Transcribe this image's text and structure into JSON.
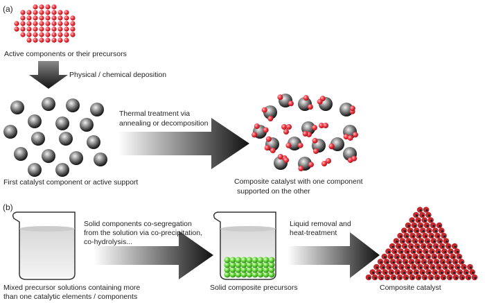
{
  "panel_a": {
    "label": "(a)",
    "precursors_caption": "Active components or their precursors",
    "deposition_label": "Physical / chemical deposition",
    "support_caption": "First catalyst component or active support",
    "thermal_label_1": "Thermal treatment via",
    "thermal_label_2": "annealing or decomposition",
    "composite_caption_1": "Composite catalyst with one component",
    "composite_caption_2": "supported on the other"
  },
  "panel_b": {
    "label": "(b)",
    "mixed_caption_1": "Mixed precursor solutions containing more",
    "mixed_caption_2": "than one catalytic elements / components",
    "coseg_label_1": "Solid components co-segregation",
    "coseg_label_2": "from the solution via co-precipitation,",
    "coseg_label_3": "co-hydrolysis...",
    "solid_caption": "Solid composite precursors",
    "removal_label_1": "Liquid removal and",
    "removal_label_2": "heat-treatment",
    "final_caption": "Composite catalyst"
  },
  "colors": {
    "active": "#e8333c",
    "support": "#555555",
    "precursor_solid": "#5fd13a",
    "arrow": "#111111"
  }
}
